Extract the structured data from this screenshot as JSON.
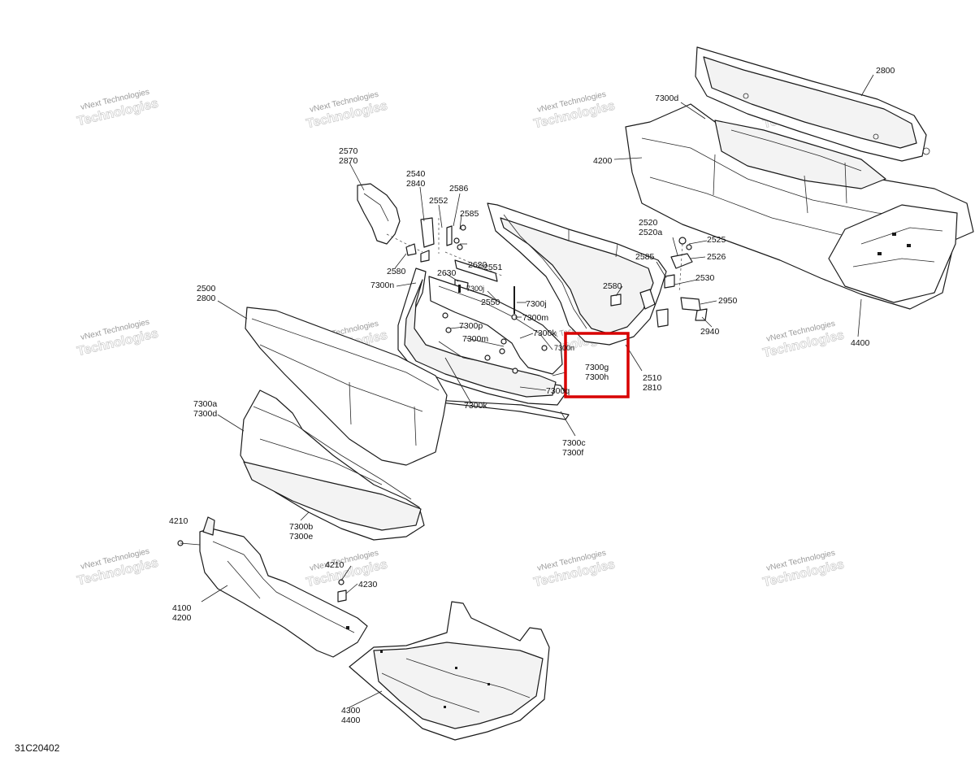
{
  "diagram_code": "31C20402",
  "watermark": {
    "line1": "vNext Technologies",
    "line2": "Technologies"
  },
  "highlight_color": "#d80000",
  "callouts": {
    "c2800": "2800",
    "c7300d": "7300d",
    "c4200a": "4200",
    "c2570": "2570",
    "c2870": "2870",
    "c2540": "2540",
    "c2840": "2840",
    "c2552": "2552",
    "c2586": "2586",
    "c2585a": "2585",
    "c2620": "2620",
    "c2551": "2551",
    "c2580a": "2580",
    "c2630": "2630",
    "c7300n": "7300n",
    "c7300j_small": "7300j",
    "c7300j": "7300j",
    "c2550": "2550",
    "c7300m_a": "7300m",
    "c7300p": "7300p",
    "c7300k_a": "7300k",
    "c7300m_b": "7300m",
    "c7300n_small": "7300n",
    "c7300g": "7300g",
    "c7300h": "7300h",
    "c7300q": "7300q",
    "c7300k_b": "7300k",
    "c2510": "2510",
    "c2810": "2810",
    "c7300c": "7300c",
    "c7300f": "7300f",
    "c2520": "2520",
    "c2520a": "2520a",
    "c2525": "2525",
    "c2526": "2526",
    "c2585b": "2585",
    "c2580b": "2580",
    "c2530": "2530",
    "c2950": "2950",
    "c2940": "2940",
    "c4400a": "4400",
    "c2500": "2500",
    "c2800b": "2800",
    "c7300a": "7300a",
    "c7300d_b": "7300d",
    "c7300b": "7300b",
    "c7300e": "7300e",
    "c4210a": "4210",
    "c4210b": "4210",
    "c4230": "4230",
    "c4100": "4100",
    "c4200b": "4200",
    "c4300": "4300",
    "c4400b": "4400"
  }
}
